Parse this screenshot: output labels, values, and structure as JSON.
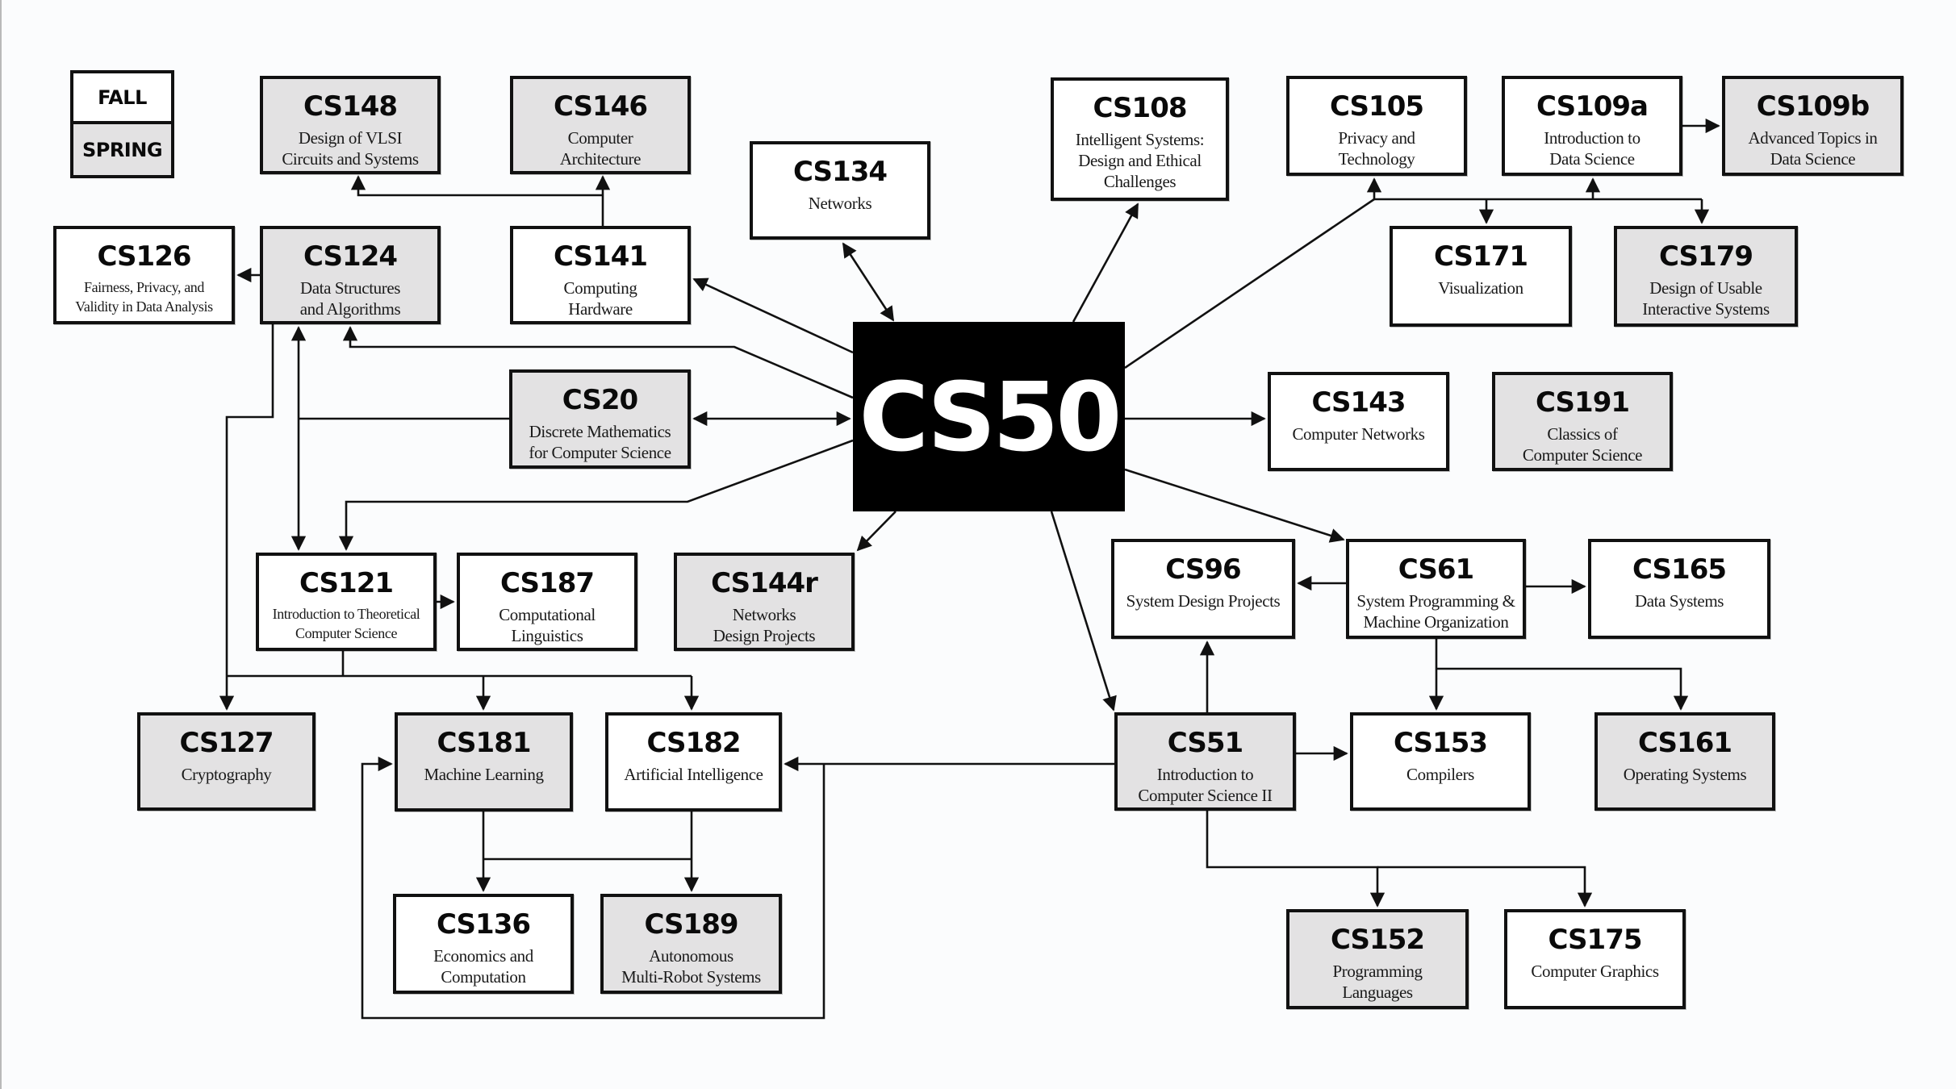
{
  "legend": {
    "fall": "FALL",
    "spring": "SPRING"
  },
  "colors": {
    "fall_fill": "#ffffff",
    "spring_fill": "#e3e2e3",
    "center_fill": "#000000",
    "line": "#111111"
  },
  "center": {
    "code": "CS50"
  },
  "courses": {
    "cs148": {
      "code": "CS148",
      "title_lines": [
        "Design of VLSI",
        "Circuits and Systems"
      ],
      "term": "spring"
    },
    "cs146": {
      "code": "CS146",
      "title_lines": [
        "Computer",
        "Architecture"
      ],
      "term": "spring"
    },
    "cs134": {
      "code": "CS134",
      "title_lines": [
        "Networks"
      ],
      "term": "fall"
    },
    "cs108": {
      "code": "CS108",
      "title_lines": [
        "Intelligent Systems:",
        "Design and Ethical",
        "Challenges"
      ],
      "term": "fall"
    },
    "cs105": {
      "code": "CS105",
      "title_lines": [
        "Privacy and",
        "Technology"
      ],
      "term": "fall"
    },
    "cs109a": {
      "code": "CS109a",
      "title_lines": [
        "Introduction to",
        "Data Science"
      ],
      "term": "fall"
    },
    "cs109b": {
      "code": "CS109b",
      "title_lines": [
        "Advanced Topics in",
        "Data Science"
      ],
      "term": "spring"
    },
    "cs126": {
      "code": "CS126",
      "title_lines": [
        "Fairness, Privacy, and",
        "Validity in Data Analysis"
      ],
      "term": "fall"
    },
    "cs124": {
      "code": "CS124",
      "title_lines": [
        "Data Structures",
        "and Algorithms"
      ],
      "term": "spring"
    },
    "cs141": {
      "code": "CS141",
      "title_lines": [
        "Computing",
        "Hardware"
      ],
      "term": "fall"
    },
    "cs171": {
      "code": "CS171",
      "title_lines": [
        "Visualization"
      ],
      "term": "fall"
    },
    "cs179": {
      "code": "CS179",
      "title_lines": [
        "Design of Usable",
        "Interactive Systems"
      ],
      "term": "spring"
    },
    "cs20": {
      "code": "CS20",
      "title_lines": [
        "Discrete Mathematics",
        "for Computer Science"
      ],
      "term": "spring"
    },
    "cs143": {
      "code": "CS143",
      "title_lines": [
        "Computer Networks"
      ],
      "term": "fall"
    },
    "cs191": {
      "code": "CS191",
      "title_lines": [
        "Classics of",
        "Computer Science"
      ],
      "term": "spring"
    },
    "cs121": {
      "code": "CS121",
      "title_lines": [
        "Introduction to Theoretical",
        "Computer Science"
      ],
      "term": "fall"
    },
    "cs187": {
      "code": "CS187",
      "title_lines": [
        "Computational",
        "Linguistics"
      ],
      "term": "fall"
    },
    "cs144r": {
      "code": "CS144r",
      "title_lines": [
        "Networks",
        "Design Projects"
      ],
      "term": "spring"
    },
    "cs96": {
      "code": "CS96",
      "title_lines": [
        "System Design Projects"
      ],
      "term": "fall"
    },
    "cs61": {
      "code": "CS61",
      "title_lines": [
        "System Programming &",
        "Machine Organization"
      ],
      "term": "fall"
    },
    "cs165": {
      "code": "CS165",
      "title_lines": [
        "Data Systems"
      ],
      "term": "fall"
    },
    "cs127": {
      "code": "CS127",
      "title_lines": [
        "Cryptography"
      ],
      "term": "spring"
    },
    "cs181": {
      "code": "CS181",
      "title_lines": [
        "Machine Learning"
      ],
      "term": "spring"
    },
    "cs182": {
      "code": "CS182",
      "title_lines": [
        "Artificial Intelligence"
      ],
      "term": "fall"
    },
    "cs51": {
      "code": "CS51",
      "title_lines": [
        "Introduction to",
        "Computer Science II"
      ],
      "term": "spring"
    },
    "cs153": {
      "code": "CS153",
      "title_lines": [
        "Compilers"
      ],
      "term": "fall"
    },
    "cs161": {
      "code": "CS161",
      "title_lines": [
        "Operating Systems"
      ],
      "term": "spring"
    },
    "cs136": {
      "code": "CS136",
      "title_lines": [
        "Economics and",
        "Computation"
      ],
      "term": "fall"
    },
    "cs189": {
      "code": "CS189",
      "title_lines": [
        "Autonomous",
        "Multi-Robot Systems"
      ],
      "term": "spring"
    },
    "cs152": {
      "code": "CS152",
      "title_lines": [
        "Programming",
        "Languages"
      ],
      "term": "spring"
    },
    "cs175": {
      "code": "CS175",
      "title_lines": [
        "Computer Graphics"
      ],
      "term": "fall"
    }
  },
  "edges": [
    {
      "from": "cs50",
      "to": "cs134",
      "bidirectional": true
    },
    {
      "from": "cs50",
      "to": "cs141"
    },
    {
      "from": "cs50",
      "to": "cs108"
    },
    {
      "from": "cs50",
      "to": "cs105"
    },
    {
      "from": "cs50",
      "to": "cs109a"
    },
    {
      "from": "cs50",
      "to": "cs171"
    },
    {
      "from": "cs50",
      "to": "cs179"
    },
    {
      "from": "cs109a",
      "to": "cs109b"
    },
    {
      "from": "cs141",
      "to": "cs146"
    },
    {
      "from": "cs141",
      "to": "cs148"
    },
    {
      "from": "cs124",
      "to": "cs126"
    },
    {
      "from": "cs50",
      "to": "cs124"
    },
    {
      "from": "cs50",
      "to": "cs20",
      "bidirectional": true
    },
    {
      "from": "cs20",
      "to": "cs124"
    },
    {
      "from": "cs20",
      "to": "cs121"
    },
    {
      "from": "cs124",
      "to": "cs121",
      "bidirectional": true
    },
    {
      "from": "cs124",
      "to": "cs127"
    },
    {
      "from": "cs50",
      "to": "cs121"
    },
    {
      "from": "cs50",
      "to": "cs143"
    },
    {
      "from": "cs50",
      "to": "cs144r"
    },
    {
      "from": "cs50",
      "to": "cs61"
    },
    {
      "from": "cs50",
      "to": "cs51"
    },
    {
      "from": "cs121",
      "to": "cs187"
    },
    {
      "from": "cs121",
      "to": "cs127"
    },
    {
      "from": "cs121",
      "to": "cs181"
    },
    {
      "from": "cs121",
      "to": "cs182"
    },
    {
      "from": "cs61",
      "to": "cs96"
    },
    {
      "from": "cs61",
      "to": "cs165"
    },
    {
      "from": "cs61",
      "to": "cs153"
    },
    {
      "from": "cs61",
      "to": "cs161"
    },
    {
      "from": "cs51",
      "to": "cs96"
    },
    {
      "from": "cs51",
      "to": "cs153"
    },
    {
      "from": "cs51",
      "to": "cs182"
    },
    {
      "from": "cs51",
      "to": "cs181"
    },
    {
      "from": "cs51",
      "to": "cs152"
    },
    {
      "from": "cs51",
      "to": "cs175"
    },
    {
      "from": "cs181",
      "to": "cs136"
    },
    {
      "from": "cs181",
      "to": "cs189"
    },
    {
      "from": "cs182",
      "to": "cs136"
    },
    {
      "from": "cs182",
      "to": "cs189"
    }
  ]
}
